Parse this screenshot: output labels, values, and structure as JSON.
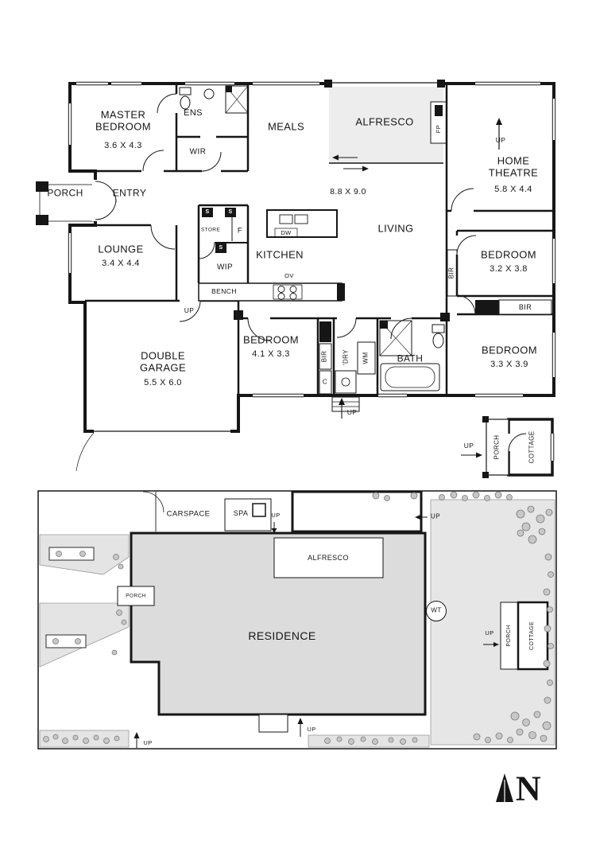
{
  "upper_plan": {
    "master": {
      "name": "MASTER BEDROOM",
      "dims": "3.6 X 4.3"
    },
    "ens": "ENS",
    "wir": "WIR",
    "meals": "MEALS",
    "alfresco": "ALFRESCO",
    "fp": "FP",
    "up_theatre": "UP",
    "theatre": {
      "name": "HOME THEATRE",
      "dims": "5.8 X 4.4"
    },
    "porch": "PORCH",
    "entry": "ENTRY",
    "living_dims": "8.8 X 9.0",
    "living": "LIVING",
    "s1": "S",
    "s2": "S",
    "s3": "S",
    "store": "STORE",
    "fridge": "F",
    "dw": "DW",
    "lounge": {
      "name": "LOUNGE",
      "dims": "3.4 X 4.4"
    },
    "kitchen": "KITCHEN",
    "wip": "WIP",
    "bedroom2": {
      "name": "BEDROOM",
      "dims": "3.2 X 3.8"
    },
    "bir1": "BIR",
    "ov": "OV",
    "bench": "BENCH",
    "up_lounge": "UP",
    "bir2": "BIR",
    "garage": {
      "name": "DOUBLE GARAGE",
      "dims": "5.5 X 6.0"
    },
    "bedroom3": {
      "name": "BEDROOM",
      "dims": "4.1 X 3.3"
    },
    "bir3": "BIR",
    "dry": "'DRY",
    "wm": "WM",
    "bath": "BATH",
    "bedroom4": {
      "name": "BEDROOM",
      "dims": "3.3 X 3.9"
    },
    "cupboard": "C",
    "up_rear": "UP"
  },
  "cottage_plan": {
    "up": "UP",
    "porch": "PORCH",
    "name": "COTTAGE"
  },
  "site_plan": {
    "carspace": "CARSPACE",
    "spa": "SPA",
    "up_spa": "UP",
    "up_garage": "UP",
    "alfresco": "ALFRESCO",
    "porch": "PORCH",
    "residence": "RESIDENCE",
    "wt": "WT",
    "up_cottage": "UP",
    "cottage_porch": "PORCH",
    "cottage": "COTTAGE",
    "up_rear": "UP",
    "up_front": "UP"
  },
  "compass": {
    "north": "N"
  }
}
